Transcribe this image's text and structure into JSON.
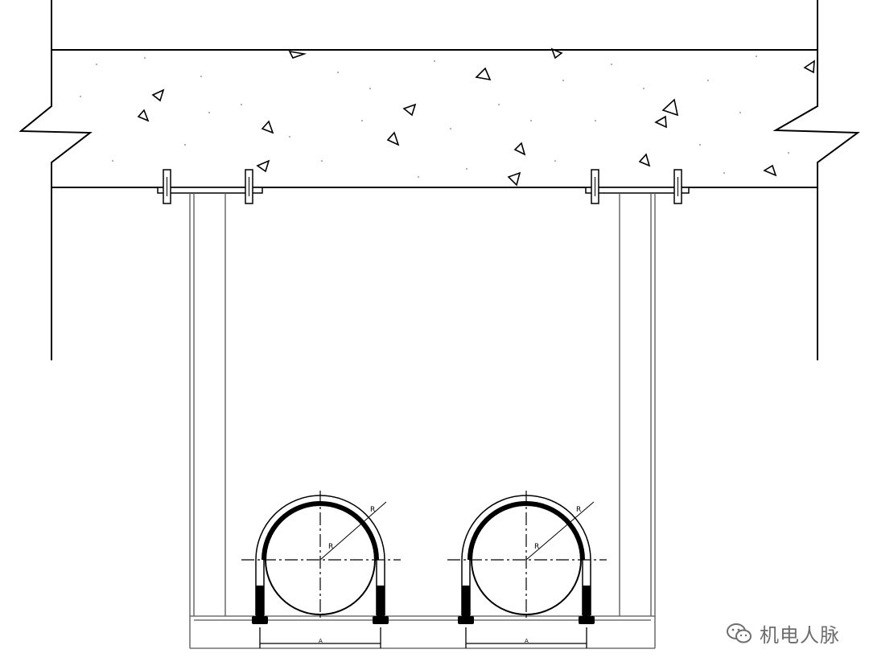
{
  "figure": {
    "description_free": true,
    "pipe_labels": {
      "radius_mark": "R",
      "dimension_mark": "A"
    }
  },
  "watermark": {
    "icon": "wechat-icon",
    "text": "机电人脉"
  },
  "colors": {
    "line": "#000000",
    "concrete_fill": "#ffffff",
    "watermark": "#6e6e6e"
  }
}
